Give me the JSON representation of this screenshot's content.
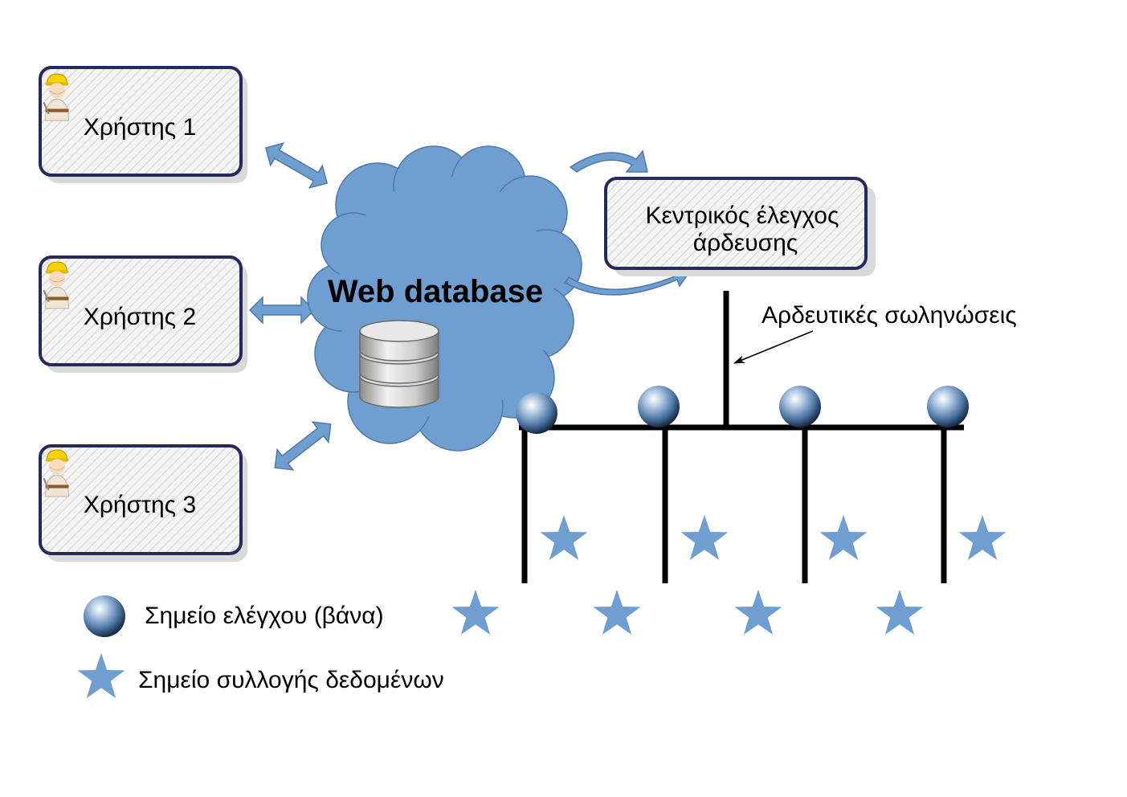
{
  "users": [
    {
      "label": "Χρήστης 1"
    },
    {
      "label": "Χρήστης 2"
    },
    {
      "label": "Χρήστης 3"
    }
  ],
  "cloud": {
    "label": "Web database"
  },
  "controller": {
    "line1": "Κεντρικός έλεγχος",
    "line2": "άρδευσης"
  },
  "pipes": {
    "label": "Αρδευτικές σωληνώσεις"
  },
  "legend": {
    "valve_label": "Σημείο ελέγχου (βάνα)",
    "sensor_label": "Σημείο συλλογής δεδομένων"
  },
  "colors": {
    "accent_blue": "#6f9fd0",
    "box_border": "#27295a",
    "valve_blue": "#4f78a8"
  },
  "icons": {
    "user": "worker-hardhat-icon",
    "database": "database-stack-icon",
    "valve": "valve-sphere-icon",
    "sensor": "star-icon"
  }
}
